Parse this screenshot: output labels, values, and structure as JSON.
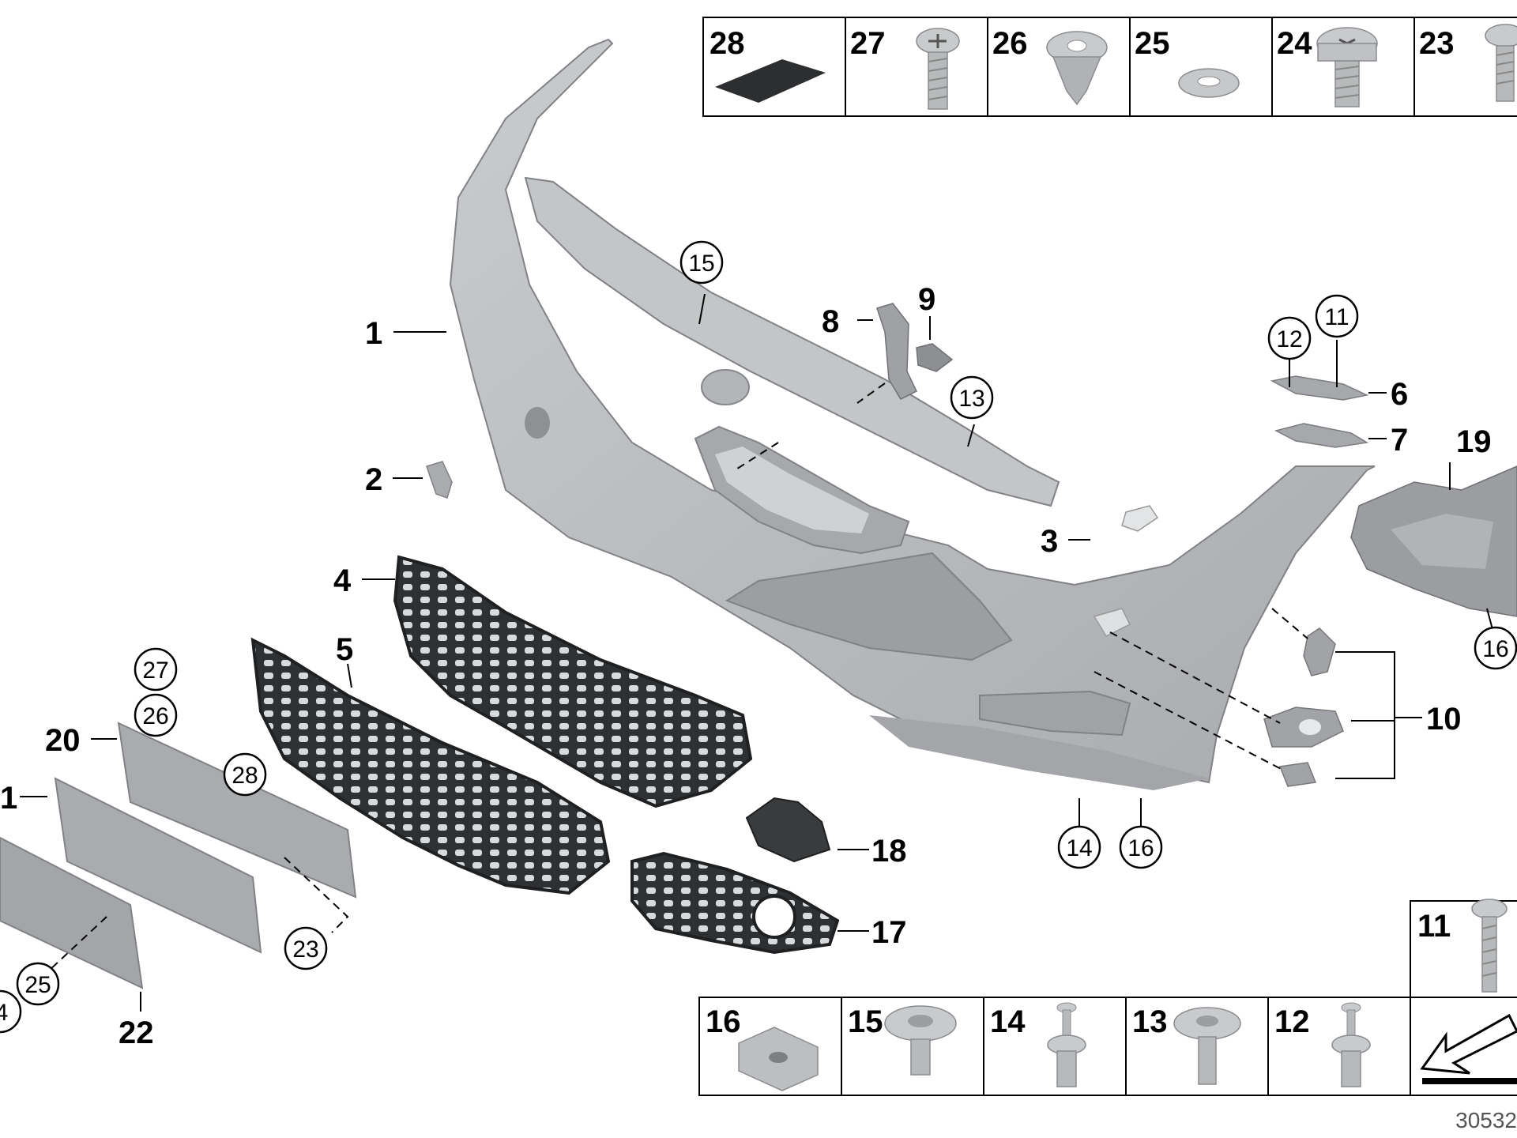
{
  "diagram": {
    "document_number": "30532",
    "top_table": [
      {
        "number": "28",
        "icon": "pad-icon"
      },
      {
        "number": "27",
        "icon": "screw-icon"
      },
      {
        "number": "26",
        "icon": "clip-nut-icon"
      },
      {
        "number": "25",
        "icon": "washer-icon"
      },
      {
        "number": "24",
        "icon": "bolt-icon"
      },
      {
        "number": "23",
        "icon": "screw-icon"
      }
    ],
    "bottom_table": [
      {
        "number": "16",
        "icon": "speed-nut-icon"
      },
      {
        "number": "15",
        "icon": "collar-screw-icon"
      },
      {
        "number": "14",
        "icon": "expanding-rivet-icon"
      },
      {
        "number": "13",
        "icon": "collar-screw-icon"
      },
      {
        "number": "12",
        "icon": "expanding-rivet-icon"
      }
    ],
    "side_table": {
      "number": "11",
      "icon": "long-screw-icon",
      "direction_icon": "direction-arrow-icon"
    },
    "labels": [
      {
        "text": "1"
      },
      {
        "text": "2"
      },
      {
        "text": "3"
      },
      {
        "text": "4"
      },
      {
        "text": "5"
      },
      {
        "text": "6"
      },
      {
        "text": "7"
      },
      {
        "text": "8"
      },
      {
        "text": "9"
      },
      {
        "text": "10"
      },
      {
        "text": "17"
      },
      {
        "text": "18"
      },
      {
        "text": "19"
      },
      {
        "text": "20"
      },
      {
        "text": "1"
      },
      {
        "text": "22"
      }
    ],
    "circled_labels": [
      {
        "text": "15"
      },
      {
        "text": "13"
      },
      {
        "text": "12"
      },
      {
        "text": "11"
      },
      {
        "text": "14"
      },
      {
        "text": "16"
      },
      {
        "text": "16"
      },
      {
        "text": "27"
      },
      {
        "text": "26"
      },
      {
        "text": "28"
      },
      {
        "text": "23"
      },
      {
        "text": "25"
      },
      {
        "text": "4"
      }
    ],
    "colors": {
      "part_fill": "#b9bbbd",
      "part_shade": "#9a9c9f",
      "grille_fill": "#2f3032",
      "line": "#000000"
    }
  }
}
